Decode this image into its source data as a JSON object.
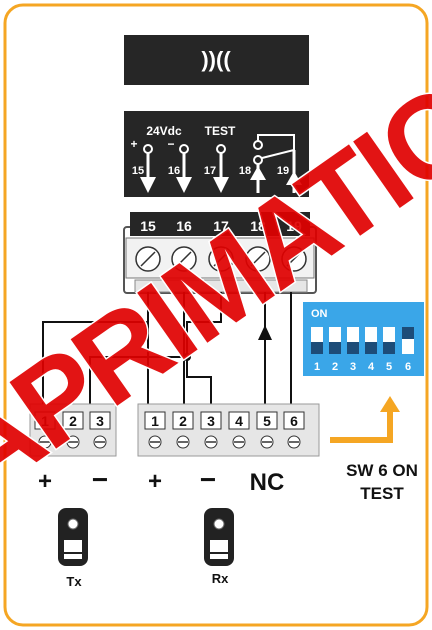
{
  "watermark": "APRIMATIC",
  "device": {
    "symbol": "))((",
    "voltage_label": "24Vdc",
    "test_label": "TEST",
    "plus_sign": "+",
    "minus_sign": "−",
    "header_terminals": [
      "15",
      "16",
      "17",
      "18",
      "19"
    ],
    "block_terminals": [
      "15",
      "16",
      "17",
      "18",
      "19"
    ]
  },
  "dip_switch": {
    "on_label": "ON",
    "numbers": [
      "1",
      "2",
      "3",
      "4",
      "5",
      "6"
    ],
    "switch_on": [
      "6"
    ],
    "caption_line1": "SW 6 ON",
    "caption_line2": "TEST"
  },
  "tx": {
    "terminals": [
      "1",
      "2",
      "3"
    ],
    "plus": "+",
    "minus": "−",
    "label": "Tx"
  },
  "rx": {
    "terminals": [
      "1",
      "2",
      "3",
      "4",
      "5",
      "6"
    ],
    "plus": "+",
    "minus": "−",
    "nc": "NC",
    "label": "Rx"
  },
  "colors": {
    "frame": "#f5a623",
    "dark": "#262626",
    "switch_panel": "#3aa6e8",
    "watermark": "#e00000",
    "arrow": "#f5a623"
  }
}
